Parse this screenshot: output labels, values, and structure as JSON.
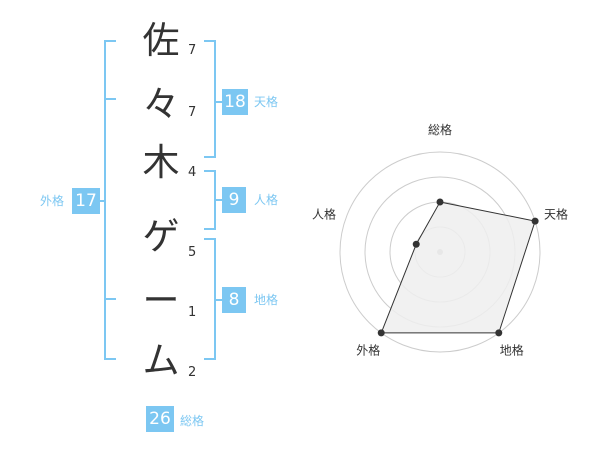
{
  "name": {
    "characters": [
      {
        "char": "佐",
        "strokes": "7"
      },
      {
        "char": "々",
        "strokes": "7"
      },
      {
        "char": "木",
        "strokes": "4"
      },
      {
        "char": "ゲ",
        "strokes": "5"
      },
      {
        "char": "ー",
        "strokes": "1"
      },
      {
        "char": "ム",
        "strokes": "2"
      }
    ]
  },
  "fortune": {
    "tenkaku": {
      "label": "天格",
      "value": "18"
    },
    "jinkaku": {
      "label": "人格",
      "value": "9"
    },
    "chikaku": {
      "label": "地格",
      "value": "8"
    },
    "gaikaku": {
      "label": "外格",
      "value": "17"
    },
    "soukaku": {
      "label": "総格",
      "value": "26"
    }
  },
  "colors": {
    "accent": "#7cc7f2",
    "text": "#333333",
    "grid": "#cccccc",
    "fill": "#eeeeee"
  },
  "chart_data": {
    "type": "radar",
    "axes": [
      "総格",
      "天格",
      "地格",
      "外格",
      "人格"
    ],
    "levels": 4,
    "max": 4,
    "values": [
      2,
      4,
      4,
      4,
      1
    ]
  }
}
